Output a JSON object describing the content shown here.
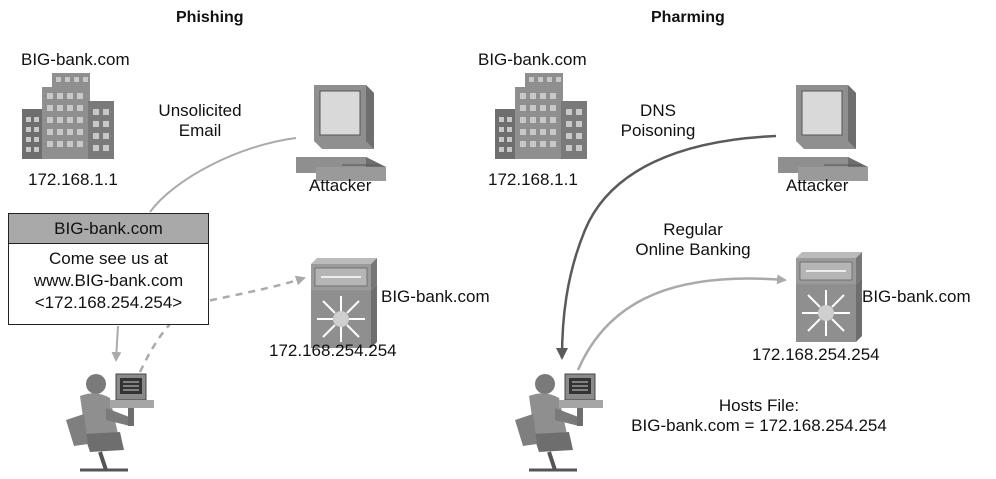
{
  "phishing": {
    "title": "Phishing",
    "bank_label": "BIG-bank.com",
    "bank_ip": "172.168.1.1",
    "attacker_label": "Attacker",
    "email_label_line1": "Unsolicited",
    "email_label_line2": "Email",
    "email_box": {
      "header": "BIG-bank.com",
      "line1": "Come see us at",
      "line2": "www.BIG-bank.com",
      "line3": "<172.168.254.254>"
    },
    "fake_server_label": "BIG-bank.com",
    "fake_server_ip": "172.168.254.254"
  },
  "pharming": {
    "title": "Pharming",
    "bank_label": "BIG-bank.com",
    "bank_ip": "172.168.1.1",
    "dns_label_line1": "DNS",
    "dns_label_line2": "Poisoning",
    "attacker_label": "Attacker",
    "regular_label_line1": "Regular",
    "regular_label_line2": "Online Banking",
    "fake_server_label": "BIG-bank.com",
    "fake_server_ip": "172.168.254.254",
    "hosts_line1": "Hosts File:",
    "hosts_line2": "BIG-bank.com = 172.168.254.254"
  },
  "colors": {
    "building": "#8f8f8f",
    "building_dark": "#6e6e6e",
    "window": "#c8c8c8",
    "connector": "#aaaaaa",
    "dns_arrow": "#5a5a5a",
    "email_header": "#a9a9a9"
  }
}
